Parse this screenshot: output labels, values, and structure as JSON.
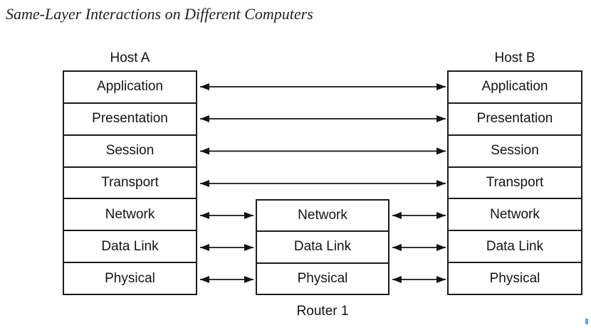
{
  "title": "Same-Layer Interactions on Different Computers",
  "hosts": {
    "host_a": {
      "label": "Host A",
      "layers": [
        "Application",
        "Presentation",
        "Session",
        "Transport",
        "Network",
        "Data Link",
        "Physical"
      ]
    },
    "host_b": {
      "label": "Host B",
      "layers": [
        "Application",
        "Presentation",
        "Session",
        "Transport",
        "Network",
        "Data Link",
        "Physical"
      ]
    },
    "router": {
      "label": "Router 1",
      "layers": [
        "Network",
        "Data Link",
        "Physical"
      ]
    }
  },
  "connections": [
    {
      "layer": "Application",
      "from": "Host A",
      "to": "Host B",
      "type": "bidirectional-arrow"
    },
    {
      "layer": "Presentation",
      "from": "Host A",
      "to": "Host B",
      "type": "bidirectional-arrow"
    },
    {
      "layer": "Session",
      "from": "Host A",
      "to": "Host B",
      "type": "bidirectional-arrow"
    },
    {
      "layer": "Transport",
      "from": "Host A",
      "to": "Host B",
      "type": "bidirectional-arrow"
    },
    {
      "layer": "Network",
      "from": "Host A",
      "to": "Router 1",
      "type": "bidirectional-arrow"
    },
    {
      "layer": "Data Link",
      "from": "Host A",
      "to": "Router 1",
      "type": "bidirectional-arrow"
    },
    {
      "layer": "Physical",
      "from": "Host A",
      "to": "Router 1",
      "type": "bidirectional-arrow"
    },
    {
      "layer": "Network",
      "from": "Router 1",
      "to": "Host B",
      "type": "bidirectional-arrow"
    },
    {
      "layer": "Data Link",
      "from": "Router 1",
      "to": "Host B",
      "type": "bidirectional-arrow"
    },
    {
      "layer": "Physical",
      "from": "Router 1",
      "to": "Host B",
      "type": "bidirectional-arrow"
    }
  ],
  "colors": {
    "background": "#ffffff",
    "line": "#141414",
    "border": "#1d1d1d",
    "text": "#141414",
    "artifact_mark": "#57a4e8"
  }
}
